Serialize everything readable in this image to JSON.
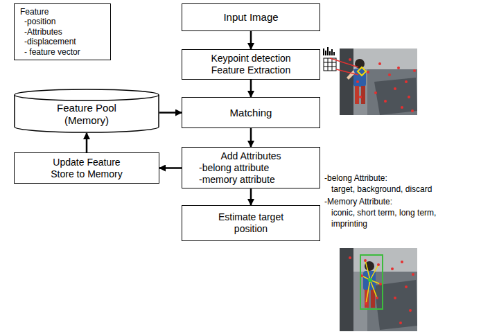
{
  "diagram": {
    "nodes": [
      {
        "text": [
          "Input Image"
        ]
      },
      {
        "text": [
          "Feature",
          "-position",
          "-Attributes",
          "-displacement",
          "- feature vector"
        ]
      },
      {
        "text": [
          "Keypoint detection Feature Extraction"
        ]
      },
      {
        "text": [
          "Feature Pool (Memory)"
        ]
      },
      {
        "text": [
          "Matching"
        ]
      },
      {
        "text": [
          "Update Feature Store to Memory"
        ]
      },
      {
        "text": [
          "Add Attributes",
          "-belong attribute",
          "-memory attribute"
        ]
      },
      {
        "text": [
          "Estimate target position"
        ]
      }
    ],
    "edges": [
      {
        "from": 0,
        "to": 2,
        "arrow": "to"
      },
      {
        "from": 2,
        "to": 4,
        "arrow": "to"
      },
      {
        "from": 3,
        "to": 4,
        "arrow": "to"
      },
      {
        "from": 4,
        "to": 6,
        "arrow": "to"
      },
      {
        "from": 6,
        "to": 5,
        "arrow": "to"
      },
      {
        "from": 5,
        "to": 3,
        "arrow": "to"
      },
      {
        "from": 6,
        "to": 7,
        "arrow": "to"
      }
    ],
    "labels": [
      "-belong Attribute:",
      "target, background, discard",
      "-Memory Attribute:",
      "iconic, short term, long term, imprinting"
    ]
  }
}
